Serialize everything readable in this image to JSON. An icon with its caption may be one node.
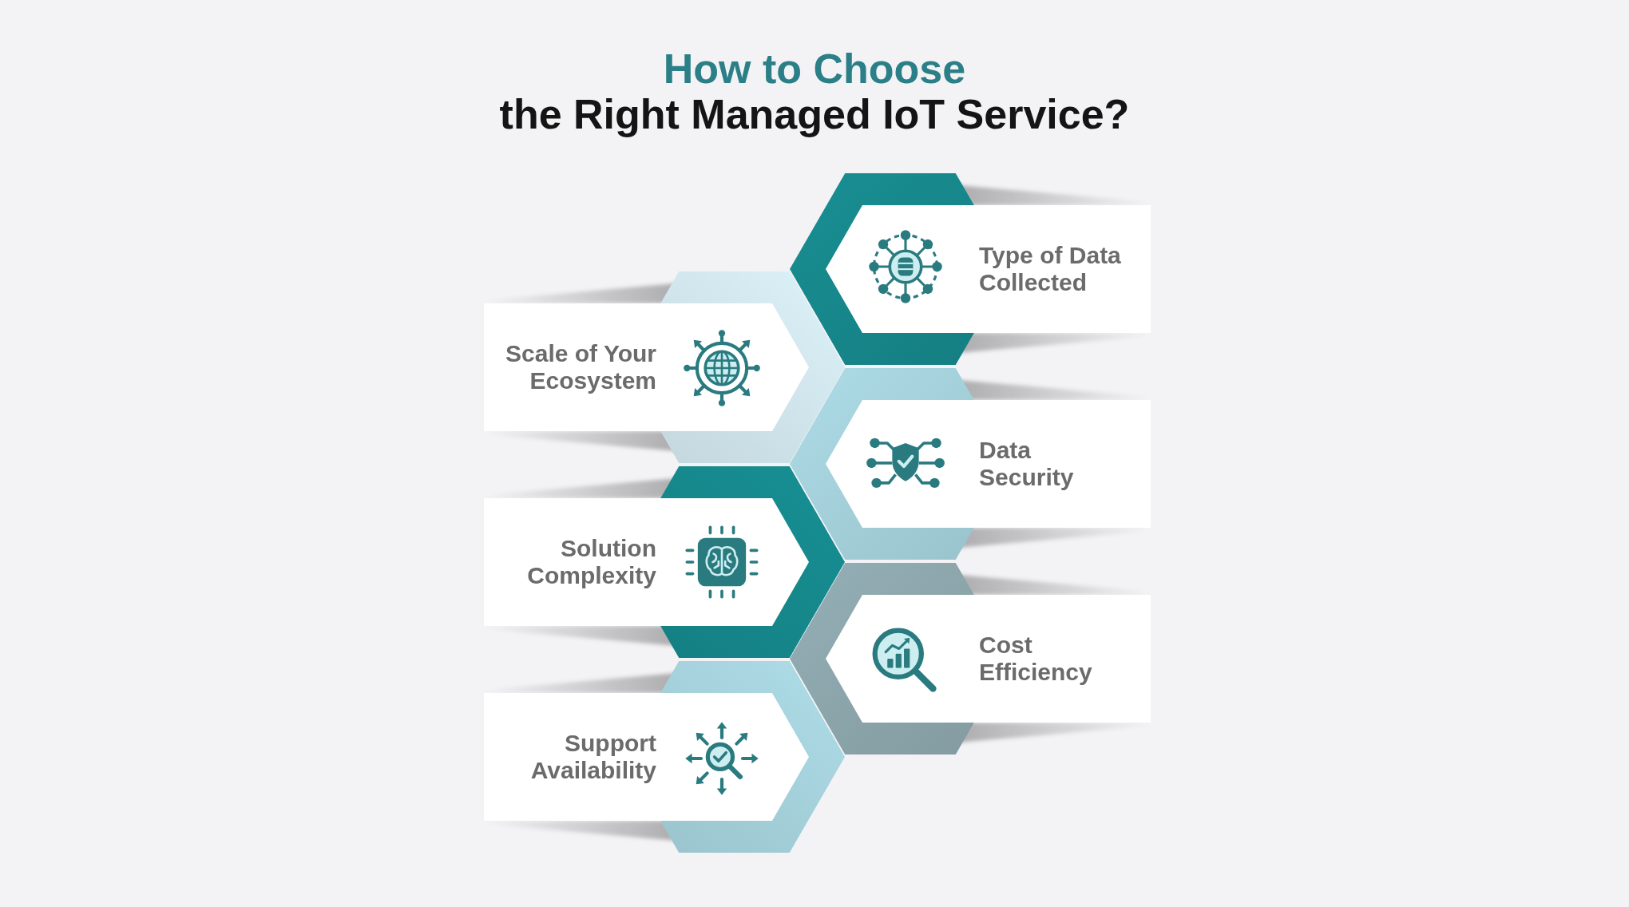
{
  "diagram": {
    "title": "How to Choose the Right Managed IoT Service?",
    "nodes": [
      {
        "text": [
          "Type of Data Collected"
        ]
      },
      {
        "text": [
          "Scale of Your Ecosystem"
        ]
      },
      {
        "text": [
          "Data Security"
        ]
      },
      {
        "text": [
          "Solution Complexity"
        ]
      },
      {
        "text": [
          "Cost Efficiency"
        ]
      },
      {
        "text": [
          "Support Availability"
        ]
      }
    ]
  }
}
